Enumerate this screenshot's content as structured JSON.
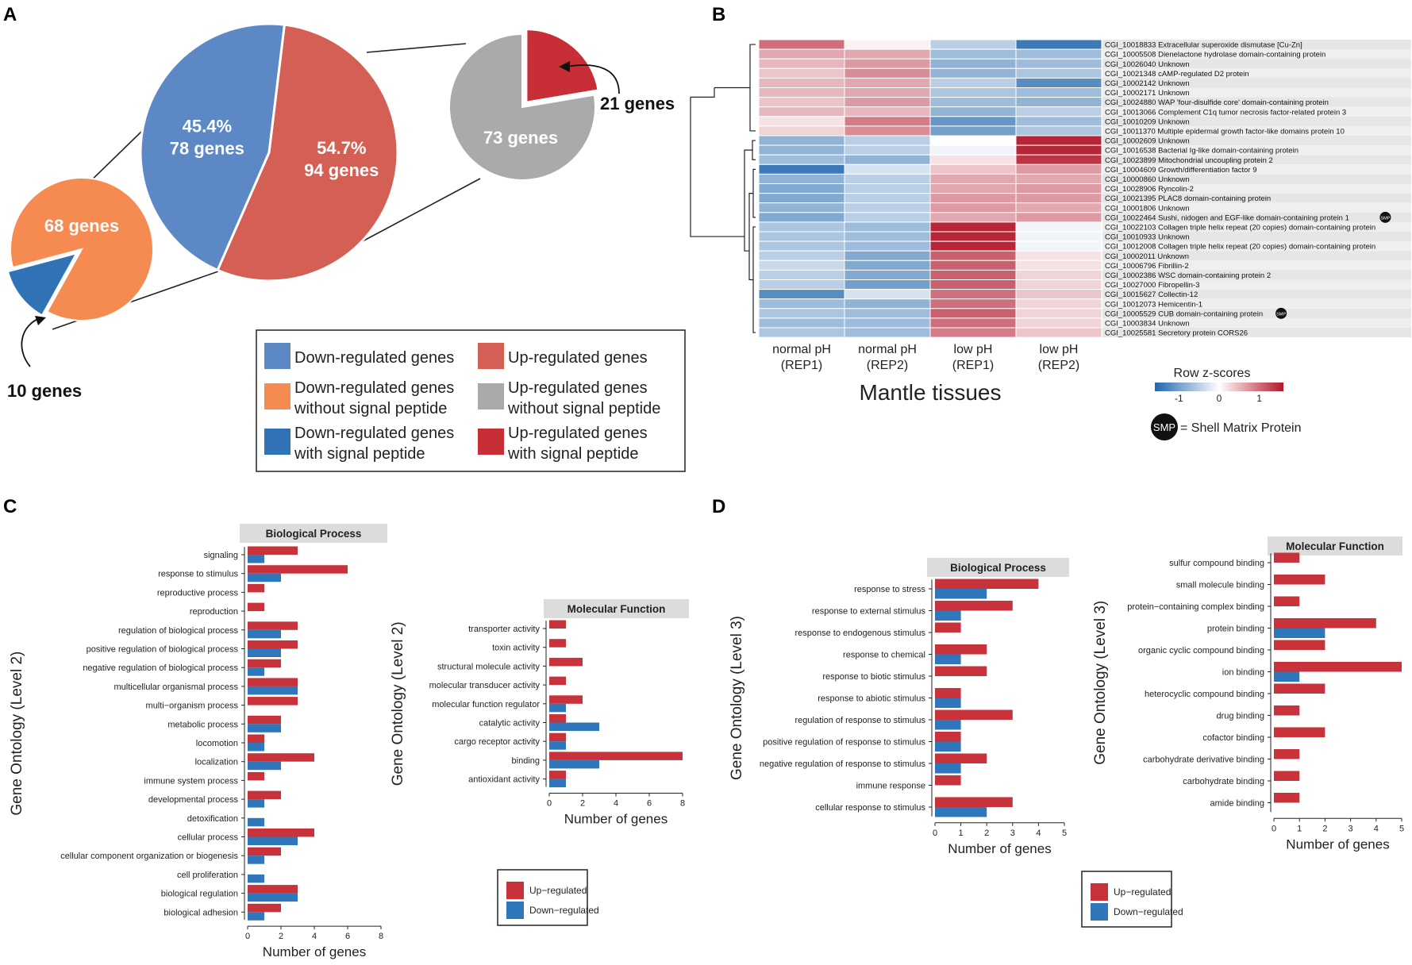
{
  "panel_labels": [
    "A",
    "B",
    "C",
    "D"
  ],
  "colors": {
    "down": "#5d88c6",
    "up": "#d35f55",
    "down_no_sp": "#f68b52",
    "down_sp": "#2f73b6",
    "up_no_sp": "#a9aaab",
    "up_sp": "#c72e35",
    "bar_up": "#c8323a",
    "bar_down": "#2f76bb",
    "strip": "#dcdcdc",
    "label_bg": "#e6e6e6"
  },
  "chart_data": [
    {
      "id": "A",
      "type": "pie",
      "pies": [
        {
          "name": "main",
          "slices": [
            {
              "key": "down",
              "value": 78,
              "percent": "45.4%",
              "label": "78 genes"
            },
            {
              "key": "up",
              "value": 94,
              "percent": "54.7%",
              "label": "94 genes"
            }
          ]
        },
        {
          "name": "down_detail",
          "slices": [
            {
              "key": "down_no_sp",
              "value": 68,
              "label": "68 genes"
            },
            {
              "key": "down_sp",
              "value": 10,
              "label": "10 genes"
            }
          ]
        },
        {
          "name": "up_detail",
          "slices": [
            {
              "key": "up_no_sp",
              "value": 73,
              "label": "73 genes"
            },
            {
              "key": "up_sp",
              "value": 21,
              "label": "21 genes"
            }
          ]
        }
      ],
      "legend": [
        {
          "key": "down",
          "label": [
            "Down-regulated genes"
          ]
        },
        {
          "key": "up",
          "label": [
            "Up-regulated genes"
          ]
        },
        {
          "key": "down_no_sp",
          "label": [
            "Down-regulated genes",
            "without signal peptide"
          ]
        },
        {
          "key": "up_no_sp",
          "label": [
            "Up-regulated genes",
            "without signal peptide"
          ]
        },
        {
          "key": "down_sp",
          "label": [
            "Down-regulated genes",
            "with signal peptide"
          ]
        },
        {
          "key": "up_sp",
          "label": [
            "Up-regulated genes",
            "with signal peptide"
          ]
        }
      ]
    },
    {
      "id": "B",
      "type": "heatmap",
      "columns": [
        [
          "normal pH",
          "(REP1)"
        ],
        [
          "normal pH",
          "(REP2)"
        ],
        [
          "low pH",
          "(REP1)"
        ],
        [
          "low pH",
          "(REP2)"
        ]
      ],
      "xlabel": "Mantle tissues",
      "rows": [
        {
          "label": "CGI_10018833 Extracellular superoxide dismutase [Cu-Zn]",
          "z": [
            1.0,
            0.1,
            -0.5,
            -1.4
          ],
          "smp": false
        },
        {
          "label": "CGI_10005508 Dienelactone hydrolase domain-containing protein",
          "z": [
            0.6,
            0.6,
            -0.7,
            -0.7
          ],
          "smp": false
        },
        {
          "label": "CGI_10026040 Unknown",
          "z": [
            0.5,
            0.7,
            -0.8,
            -0.7
          ],
          "smp": false
        },
        {
          "label": "CGI_10021348 cAMP-regulated D2 protein",
          "z": [
            0.4,
            0.8,
            -0.8,
            -0.6
          ],
          "smp": false
        },
        {
          "label": "CGI_10002142 Unknown",
          "z": [
            0.5,
            0.6,
            -0.5,
            -1.2
          ],
          "smp": false
        },
        {
          "label": "CGI_10002171 Unknown",
          "z": [
            0.5,
            0.6,
            -0.6,
            -0.7
          ],
          "smp": false
        },
        {
          "label": "CGI_10024880 WAP 'four-disulfide core' domain-containing protein",
          "z": [
            0.4,
            0.7,
            -0.7,
            -0.8
          ],
          "smp": false
        },
        {
          "label": "CGI_10013066 Complement C1q tumor necrosis factor-related protein 3",
          "z": [
            0.5,
            0.5,
            -0.8,
            -0.5
          ],
          "smp": false
        },
        {
          "label": "CGI_10010209 Unknown",
          "z": [
            0.2,
            0.9,
            -1.1,
            -0.7
          ],
          "smp": false
        },
        {
          "label": "CGI_10011370 Multiple epidermal growth factor-like domains protein 10",
          "z": [
            0.3,
            0.8,
            -1.0,
            -0.6
          ],
          "smp": false
        },
        {
          "label": "CGI_10002609 Unknown",
          "z": [
            -0.8,
            -0.5,
            0.0,
            1.5
          ],
          "smp": false
        },
        {
          "label": "CGI_10016538 Bacterial Ig-like domain-containing protein",
          "z": [
            -0.8,
            -0.5,
            -0.1,
            1.5
          ],
          "smp": false
        },
        {
          "label": "CGI_10023899 Mitochondrial uncoupling protein 2",
          "z": [
            -0.7,
            -0.8,
            0.2,
            1.4
          ],
          "smp": false
        },
        {
          "label": "CGI_10004609 Growth/differentiation factor 9",
          "z": [
            -1.4,
            -0.3,
            0.4,
            0.7
          ],
          "smp": false
        },
        {
          "label": "CGI_10000860 Unknown",
          "z": [
            -0.8,
            -0.5,
            0.6,
            0.6
          ],
          "smp": false
        },
        {
          "label": "CGI_10028906 Ryncolin-2",
          "z": [
            -0.9,
            -0.5,
            0.6,
            0.7
          ],
          "smp": false
        },
        {
          "label": "CGI_10021395 PLAC8 domain-containing protein",
          "z": [
            -0.9,
            -0.5,
            0.7,
            0.7
          ],
          "smp": false
        },
        {
          "label": "CGI_10001806 Unknown",
          "z": [
            -0.8,
            -0.5,
            0.7,
            0.6
          ],
          "smp": false
        },
        {
          "label": "CGI_10022464 Sushi, nidogen and EGF-like domain-containing protein 1",
          "z": [
            -0.9,
            -0.5,
            0.6,
            0.7
          ],
          "smp": true
        },
        {
          "label": "CGI_10022103 Collagen triple helix repeat (20 copies) domain-containing protein",
          "z": [
            -0.6,
            -0.7,
            1.5,
            -0.1
          ],
          "smp": false
        },
        {
          "label": "CGI_10010933 Unknown",
          "z": [
            -0.6,
            -0.7,
            1.5,
            -0.1
          ],
          "smp": false
        },
        {
          "label": "CGI_10012008 Collagen triple helix repeat (20 copies) domain-containing protein",
          "z": [
            -0.6,
            -0.7,
            1.5,
            -0.1
          ],
          "smp": false
        },
        {
          "label": "CGI_10002011 Unknown",
          "z": [
            -0.5,
            -0.9,
            1.1,
            0.2
          ],
          "smp": false
        },
        {
          "label": "CGI_10006796 Fibrillin-2",
          "z": [
            -0.4,
            -0.9,
            1.1,
            0.2
          ],
          "smp": false
        },
        {
          "label": "CGI_10002386 WSC domain-containing protein 2",
          "z": [
            -0.5,
            -0.9,
            1.1,
            0.3
          ],
          "smp": false
        },
        {
          "label": "CGI_10027000 Fibropellin-3",
          "z": [
            -0.5,
            -1.0,
            1.1,
            0.3
          ],
          "smp": false
        },
        {
          "label": "CGI_10015627 Collectin-12",
          "z": [
            -1.2,
            -0.3,
            1.0,
            0.4
          ],
          "smp": false
        },
        {
          "label": "CGI_10012073 Hemicentin-1",
          "z": [
            -0.7,
            -0.8,
            1.0,
            0.3
          ],
          "smp": false
        },
        {
          "label": "CGI_10005529 CUB domain-containing protein",
          "z": [
            -0.6,
            -0.7,
            1.1,
            0.3
          ],
          "smp": true
        },
        {
          "label": "CGI_10003834 Unknown",
          "z": [
            -0.7,
            -0.7,
            1.0,
            0.3
          ],
          "smp": false
        },
        {
          "label": "CGI_10025581 Secretory protein CORS26",
          "z": [
            -0.6,
            -0.7,
            0.9,
            0.4
          ],
          "smp": false
        }
      ],
      "color_key": {
        "title": "Row z-scores",
        "ticks": [
          -1,
          0,
          1
        ],
        "range": [
          -1.6,
          1.6
        ]
      },
      "smp_legend": {
        "badge": "SMP",
        "text": "= Shell Matrix Protein"
      }
    },
    {
      "id": "C_bp",
      "type": "bar",
      "title": "Biological Process",
      "ylabel": "Gene Ontology (Level 2)",
      "xlabel": "Number of genes",
      "xlim": [
        0,
        8
      ],
      "xticks": [
        0,
        2,
        4,
        6,
        8
      ],
      "categories": [
        "signaling",
        "response to stimulus",
        "reproductive process",
        "reproduction",
        "regulation of biological process",
        "positive regulation of biological process",
        "negative regulation of biological process",
        "multicellular organismal process",
        "multi−organism process",
        "metabolic process",
        "locomotion",
        "localization",
        "immune system process",
        "developmental process",
        "detoxification",
        "cellular process",
        "cellular component organization or biogenesis",
        "cell proliferation",
        "biological regulation",
        "biological adhesion"
      ],
      "series": [
        {
          "name": "Up−regulated",
          "key": "up",
          "values": [
            3,
            6,
            1,
            1,
            3,
            3,
            2,
            3,
            3,
            2,
            1,
            4,
            1,
            2,
            0,
            4,
            2,
            0,
            3,
            2
          ]
        },
        {
          "name": "Down−regulated",
          "key": "down",
          "values": [
            1,
            2,
            0,
            0,
            2,
            2,
            1,
            3,
            0,
            2,
            1,
            2,
            0,
            1,
            1,
            3,
            1,
            1,
            3,
            1
          ]
        }
      ]
    },
    {
      "id": "C_mf",
      "type": "bar",
      "title": "Molecular Function",
      "ylabel": "Gene Ontology (Level 2)",
      "xlabel": "Number of genes",
      "xlim": [
        0,
        8
      ],
      "xticks": [
        0,
        2,
        4,
        6,
        8
      ],
      "categories": [
        "transporter activity",
        "toxin activity",
        "structural molecule activity",
        "molecular transducer activity",
        "molecular function regulator",
        "catalytic activity",
        "cargo receptor activity",
        "binding",
        "antioxidant activity"
      ],
      "series": [
        {
          "name": "Up−regulated",
          "key": "up",
          "values": [
            1,
            1,
            2,
            1,
            2,
            1,
            1,
            8,
            1
          ]
        },
        {
          "name": "Down−regulated",
          "key": "down",
          "values": [
            0,
            0,
            0,
            0,
            1,
            3,
            1,
            3,
            1
          ]
        }
      ],
      "legend": [
        "Up−regulated",
        "Down−regulated"
      ]
    },
    {
      "id": "D_bp",
      "type": "bar",
      "title": "Biological Process",
      "ylabel": "Gene Ontology (Level 3)",
      "xlabel": "Number of genes",
      "xlim": [
        0,
        5
      ],
      "xticks": [
        0,
        1,
        2,
        3,
        4,
        5
      ],
      "categories": [
        "response to stress",
        "response to external stimulus",
        "response to endogenous stimulus",
        "response to chemical",
        "response to biotic stimulus",
        "response to abiotic stimulus",
        "regulation of response to stimulus",
        "positive regulation of response to stimulus",
        "negative regulation of response to stimulus",
        "immune response",
        "cellular response to stimulus"
      ],
      "series": [
        {
          "name": "Up−regulated",
          "key": "up",
          "values": [
            4,
            3,
            1,
            2,
            2,
            1,
            3,
            1,
            2,
            1,
            3
          ]
        },
        {
          "name": "Down−regulated",
          "key": "down",
          "values": [
            2,
            1,
            0,
            1,
            0,
            1,
            1,
            1,
            1,
            0,
            2
          ]
        }
      ],
      "legend": [
        "Up−regulated",
        "Down−regulated"
      ]
    },
    {
      "id": "D_mf",
      "type": "bar",
      "title": "Molecular Function",
      "ylabel": "Gene Ontology (Level 3)",
      "xlabel": "Number of genes",
      "xlim": [
        0,
        5
      ],
      "xticks": [
        0,
        1,
        2,
        3,
        4,
        5
      ],
      "categories": [
        "sulfur compound binding",
        "small molecule binding",
        "protein−containing complex binding",
        "protein binding",
        "organic cyclic compound binding",
        "ion binding",
        "heterocyclic compound binding",
        "drug binding",
        "cofactor binding",
        "carbohydrate derivative binding",
        "carbohydrate binding",
        "amide binding"
      ],
      "series": [
        {
          "name": "Up−regulated",
          "key": "up",
          "values": [
            1,
            2,
            1,
            4,
            2,
            5,
            2,
            1,
            2,
            1,
            1,
            1
          ]
        },
        {
          "name": "Down−regulated",
          "key": "down",
          "values": [
            0,
            0,
            0,
            2,
            0,
            1,
            0,
            0,
            0,
            0,
            0,
            0
          ]
        }
      ]
    }
  ]
}
